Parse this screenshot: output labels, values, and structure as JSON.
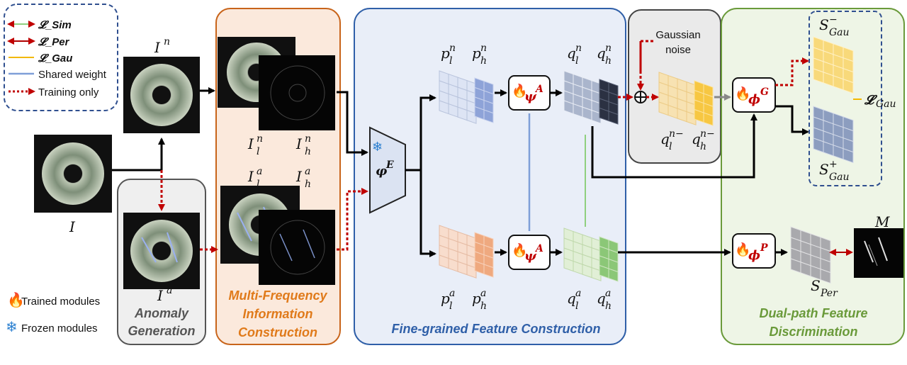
{
  "legend": {
    "sim": "𝓛_Sim",
    "per": "𝓛_Per",
    "gau": "𝓛_Gau",
    "shared": "Shared weight",
    "training_only": "Training only",
    "trained": "Trained modules",
    "frozen": "Frozen modules",
    "colors": {
      "sim": "#8fcf7f",
      "per": "#b00000",
      "gau": "#f2b800",
      "shared": "#7f9fd8",
      "training": "#c00000"
    }
  },
  "images": {
    "input": "I",
    "normal": "I",
    "normal_sup": "n",
    "anomaly": "I",
    "anomaly_sup": "a",
    "low_n": "I",
    "low_n_sub": "l",
    "low_n_sup": "n",
    "high_n": "I",
    "high_n_sub": "h",
    "high_n_sup": "n",
    "low_a": "I",
    "low_a_sub": "l",
    "low_a_sup": "a",
    "high_a": "I",
    "high_a_sub": "h",
    "high_a_sup": "a"
  },
  "sections": {
    "anomaly_gen_1": "Anomaly",
    "anomaly_gen_2": "Generation",
    "multi_freq_1": "Multi-Frequency",
    "multi_freq_2": "Information",
    "multi_freq_3": "Construction",
    "fine_grained": "Fine-grained Feature Construction",
    "dual_path_1": "Dual-path Feature",
    "dual_path_2": "Discrimination"
  },
  "section_colors": {
    "anomaly": "#555555",
    "multi_freq": "#e07a1a",
    "fine_grained": "#2f5fa8",
    "dual_path": "#6a9a3a"
  },
  "modules": {
    "encoder": "φ",
    "encoder_sup": "E",
    "adapter_top": "ψ",
    "adapter_top_sup": "A",
    "adapter_bot": "ψ",
    "adapter_bot_sup": "A",
    "disc_g": "ϕ",
    "disc_g_sup": "G",
    "disc_p": "ϕ",
    "disc_p_sup": "P"
  },
  "features": {
    "pln": "p",
    "pln_sub": "l",
    "pln_sup": "n",
    "phn": "p",
    "phn_sub": "h",
    "phn_sup": "n",
    "pla": "p",
    "pla_sub": "l",
    "pla_sup": "a",
    "pha": "p",
    "pha_sub": "h",
    "pha_sup": "a",
    "qln": "q",
    "qln_sub": "l",
    "qln_sup": "n",
    "qhn": "q",
    "qhn_sub": "h",
    "qhn_sup": "n",
    "qla": "q",
    "qla_sub": "l",
    "qla_sup": "a",
    "qha": "q",
    "qha_sub": "h",
    "qha_sup": "a",
    "qlnm": "q",
    "qlnm_sub": "l",
    "qlnm_sup": "n−",
    "qhnm": "q",
    "qhnm_sub": "h",
    "qhnm_sup": "n−"
  },
  "noise": {
    "line1": "Gaussian",
    "line2": "noise"
  },
  "scores": {
    "s_gau_neg": "S",
    "s_gau_neg_sub": "Gau",
    "s_gau_neg_sup": "−",
    "s_gau_pos": "S",
    "s_gau_pos_sub": "Gau",
    "s_gau_pos_sup": "+",
    "s_per": "S",
    "s_per_sub": "Per",
    "mask": "M",
    "loss_gau": "𝓛",
    "loss_gau_sub": "Gau"
  }
}
